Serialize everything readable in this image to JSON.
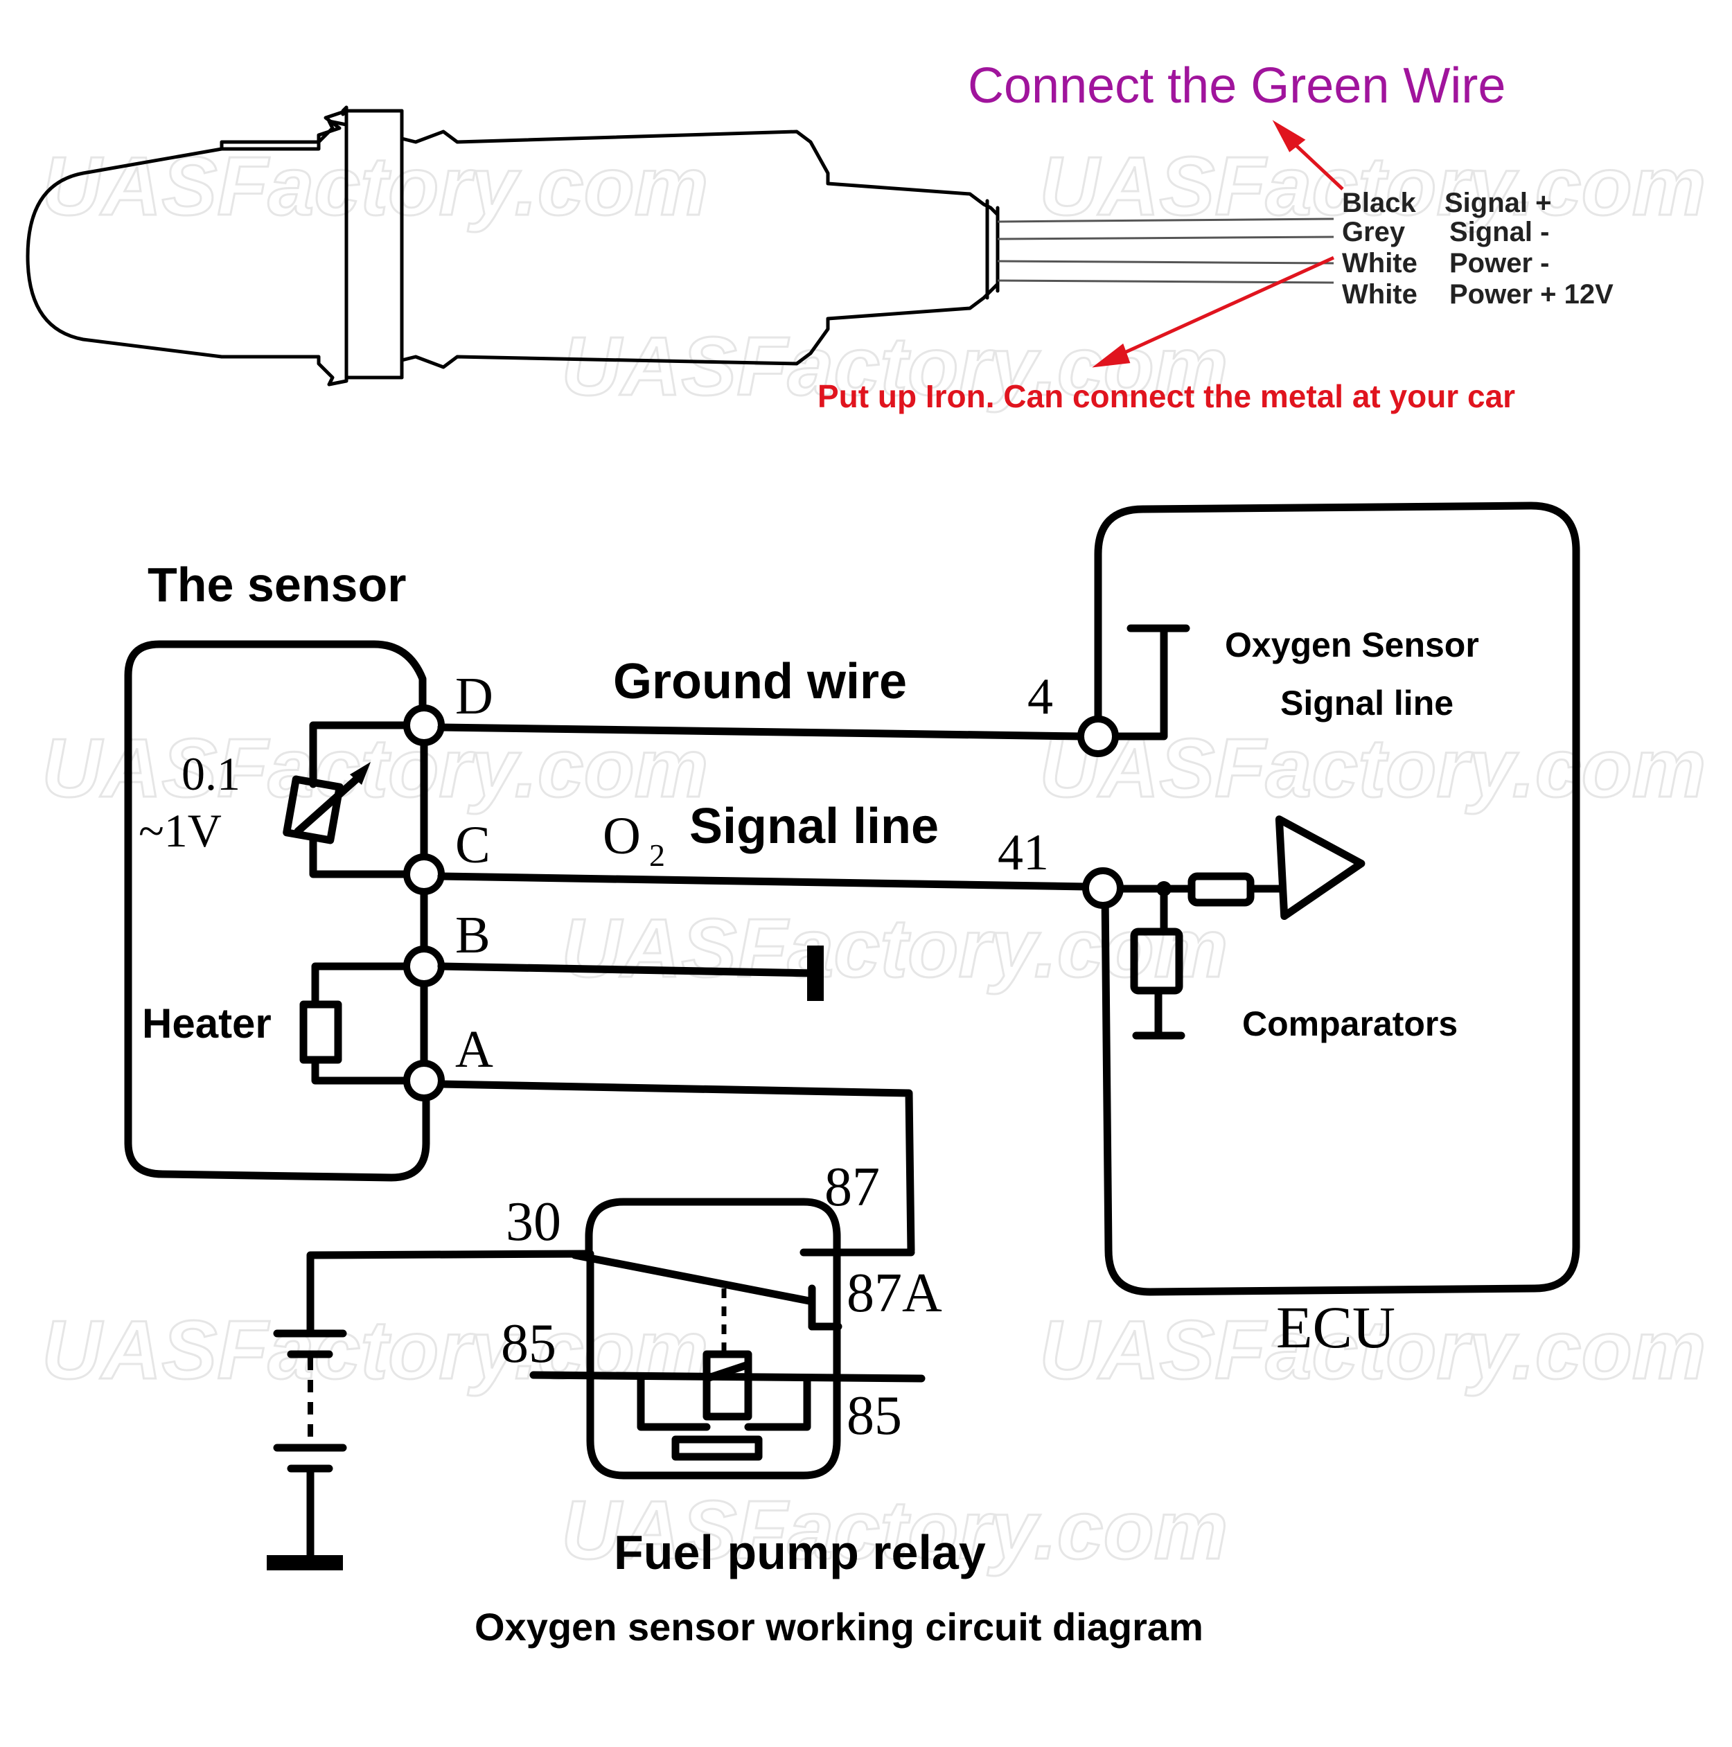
{
  "watermark": "UASFactory.com",
  "probe": {
    "callout_top": "Connect the Green Wire",
    "callout_bottom": "Put up Iron. Can connect the metal at your car",
    "wires": [
      {
        "color": "Black",
        "function": "Signal +"
      },
      {
        "color": "Grey",
        "function": "Signal -"
      },
      {
        "color": "White",
        "function": "Power -"
      },
      {
        "color": "White",
        "function": "Power + 12V"
      }
    ]
  },
  "circuit": {
    "sensor_title": "The sensor",
    "voltage_line1": "0.1",
    "voltage_line2": "~1V",
    "heater_label": "Heater",
    "pins": {
      "d": "D",
      "c": "C",
      "b": "B",
      "a": "A"
    },
    "ground_wire_label": "Ground wire",
    "o2_main": "O",
    "o2_sub": "2",
    "signal_line_label": "Signal line",
    "ecu_pin_4": "4",
    "ecu_pin_41": "41",
    "ecu_signal_line1": "Oxygen Sensor",
    "ecu_signal_line2": "Signal line",
    "comparators_label": "Comparators",
    "ecu_label": "ECU",
    "relay_pins": {
      "p30": "30",
      "p87": "87",
      "p87a": "87A",
      "p85_left": "85",
      "p85_right": "85"
    },
    "relay_label": "Fuel pump relay",
    "caption": "Oxygen sensor working circuit diagram"
  },
  "colors": {
    "callout_purple": "#a0149c",
    "callout_red": "#e0141e",
    "arrow_red": "#e0141e",
    "line": "#000000"
  }
}
